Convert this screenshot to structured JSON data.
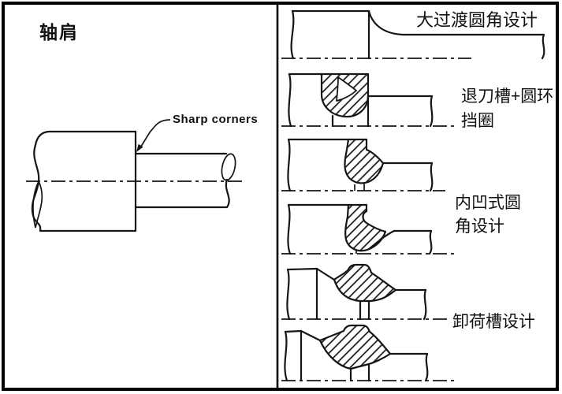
{
  "colors": {
    "background": "#ffffff",
    "ink": "#151515",
    "border": "#000000"
  },
  "left_section": {
    "title": "轴肩",
    "callout": "Sharp corners"
  },
  "right_section": {
    "design_labels": {
      "large_fillet": "大过渡圆角设计",
      "relief_groove_line1": "退刀槽+圆环",
      "relief_groove_line2": "挡圈",
      "concave_fillet_line1": "内凹式圆",
      "concave_fillet_line2": "角设计",
      "unloading_groove": "卸荷槽设计"
    }
  }
}
